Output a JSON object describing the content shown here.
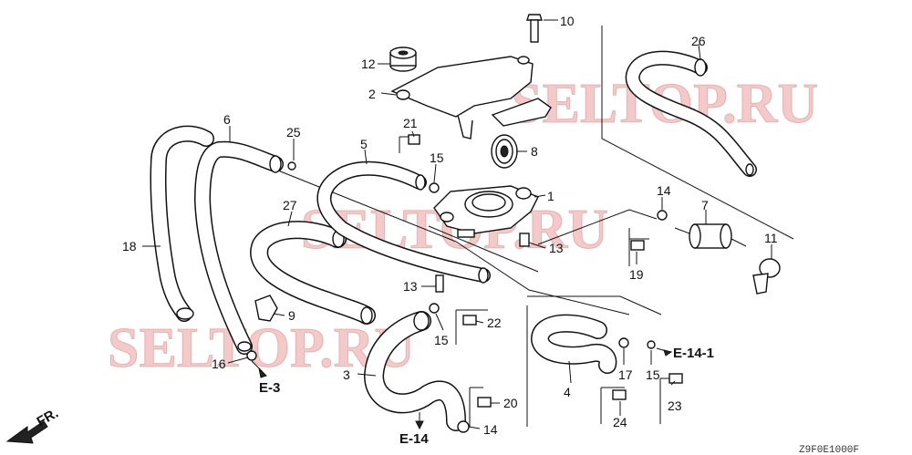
{
  "watermark": "SELTOP.RU",
  "diagram_code": "Z9F0E1000F",
  "direction_label": "FR.",
  "callouts": [
    {
      "id": "c1",
      "label": "1"
    },
    {
      "id": "c2",
      "label": "2"
    },
    {
      "id": "c3",
      "label": "3"
    },
    {
      "id": "c4",
      "label": "4"
    },
    {
      "id": "c5",
      "label": "5"
    },
    {
      "id": "c6",
      "label": "6"
    },
    {
      "id": "c7",
      "label": "7"
    },
    {
      "id": "c8",
      "label": "8"
    },
    {
      "id": "c9",
      "label": "9"
    },
    {
      "id": "c10",
      "label": "10"
    },
    {
      "id": "c11",
      "label": "11"
    },
    {
      "id": "c12",
      "label": "12"
    },
    {
      "id": "c13a",
      "label": "13"
    },
    {
      "id": "c13b",
      "label": "13"
    },
    {
      "id": "c14a",
      "label": "14"
    },
    {
      "id": "c14b",
      "label": "14"
    },
    {
      "id": "c15a",
      "label": "15"
    },
    {
      "id": "c15b",
      "label": "15"
    },
    {
      "id": "c15c",
      "label": "15"
    },
    {
      "id": "c16",
      "label": "16"
    },
    {
      "id": "c17",
      "label": "17"
    },
    {
      "id": "c18",
      "label": "18"
    },
    {
      "id": "c19",
      "label": "19"
    },
    {
      "id": "c20",
      "label": "20"
    },
    {
      "id": "c21",
      "label": "21"
    },
    {
      "id": "c22",
      "label": "22"
    },
    {
      "id": "c23",
      "label": "23"
    },
    {
      "id": "c24",
      "label": "24"
    },
    {
      "id": "c25",
      "label": "25"
    },
    {
      "id": "c26",
      "label": "26"
    },
    {
      "id": "c27",
      "label": "27"
    }
  ],
  "references": [
    {
      "id": "e3",
      "label": "E-3"
    },
    {
      "id": "e14",
      "label": "E-14"
    },
    {
      "id": "e141",
      "label": "E-14-1"
    }
  ]
}
